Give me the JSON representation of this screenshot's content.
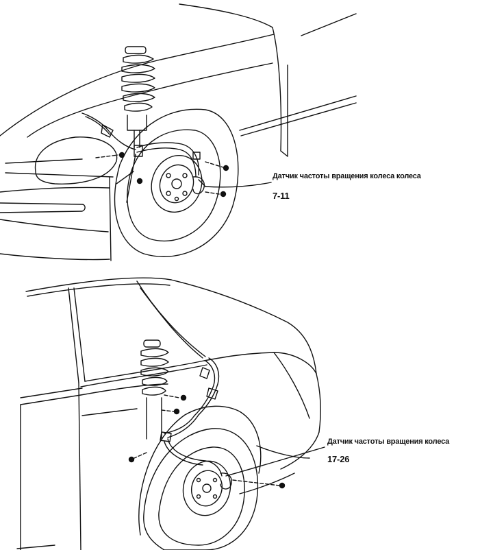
{
  "front": {
    "sensor_label": "Датчик частоты вращения колеса  колеса",
    "torque": "7-11"
  },
  "rear": {
    "sensor_label": "Датчик  частоты вращения колеса",
    "torque": "17-26"
  },
  "colors": {
    "ink": "#111111",
    "paper": "#ffffff"
  }
}
